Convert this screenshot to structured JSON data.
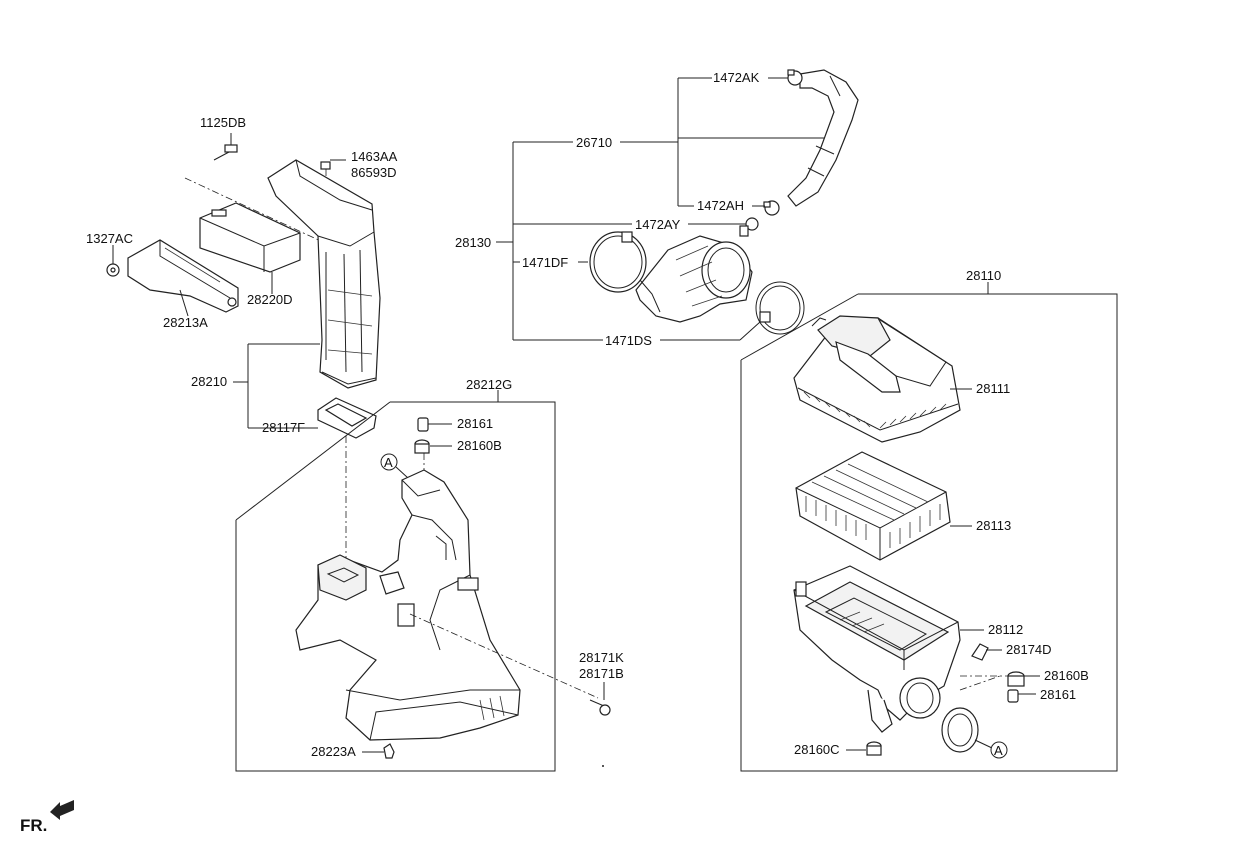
{
  "labels": {
    "l1125DB": "1125DB",
    "l1463AA": "1463AA",
    "l86593D": "86593D",
    "l1327AC": "1327AC",
    "l28220D": "28220D",
    "l28213A": "28213A",
    "l28210": "28210",
    "l28117F": "28117F",
    "l28212G": "28212G",
    "l28161a": "28161",
    "l28160Ba": "28160B",
    "l28171K": "28171K",
    "l28171B": "28171B",
    "l28223A": "28223A",
    "l1472AK": "1472AK",
    "l26710": "26710",
    "l1472AH": "1472AH",
    "l1472AY": "1472AY",
    "l28130": "28130",
    "l1471DF": "1471DF",
    "l1471DS": "1471DS",
    "l28110": "28110",
    "l28111": "28111",
    "l28113": "28113",
    "l28112": "28112",
    "l28174D": "28174D",
    "l28160Bb": "28160B",
    "l28161b": "28161",
    "l28160C": "28160C",
    "refA": "A",
    "fr": "FR."
  },
  "icons": {
    "circle_ref": "circle-a-reference-icon",
    "fr_arrow": "front-direction-arrow-icon"
  }
}
